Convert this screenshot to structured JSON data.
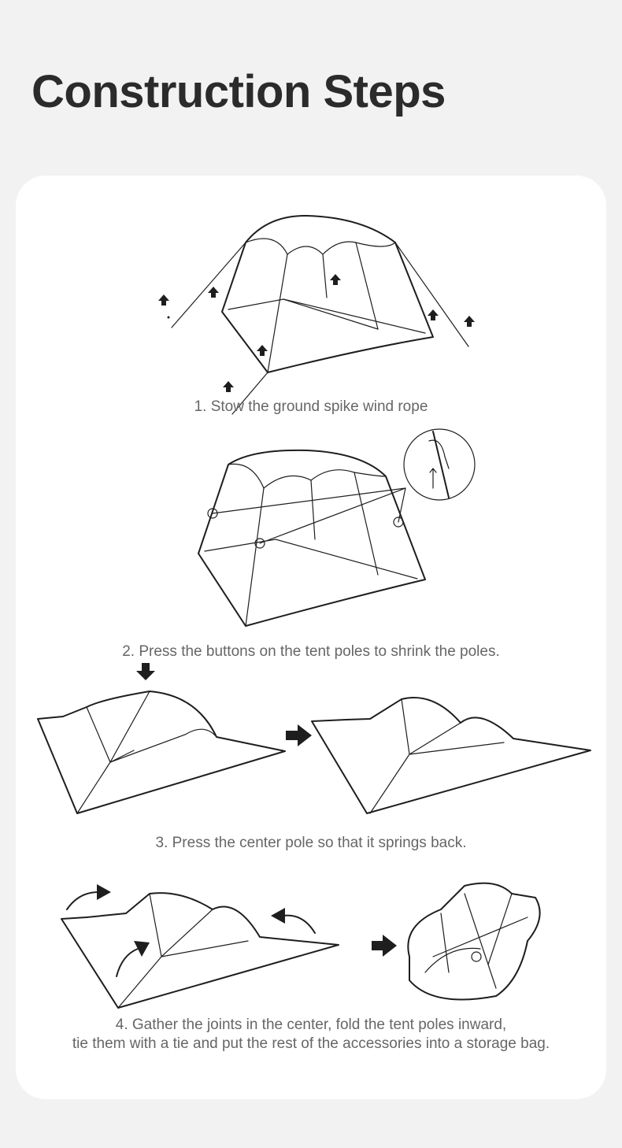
{
  "header": {
    "title": "Construction Steps"
  },
  "steps": [
    {
      "caption": "1. Stow the ground spike wind rope"
    },
    {
      "caption": "2. Press the buttons on the tent poles to shrink the poles."
    },
    {
      "caption": "3. Press the center pole so that it springs back."
    },
    {
      "caption_line1": "4. Gather the joints in the center, fold the tent poles inward,",
      "caption_line2": "tie them with a tie and put the rest of the accessories into a storage bag."
    }
  ],
  "icons": [
    "up-arrow-icon",
    "down-arrow-icon",
    "right-arrow-icon",
    "curved-arrow-icon"
  ],
  "colors": {
    "background": "#f2f2f2",
    "card": "#ffffff",
    "title": "#2b2b2b",
    "caption": "#666666",
    "line": "#1e1e1e"
  }
}
